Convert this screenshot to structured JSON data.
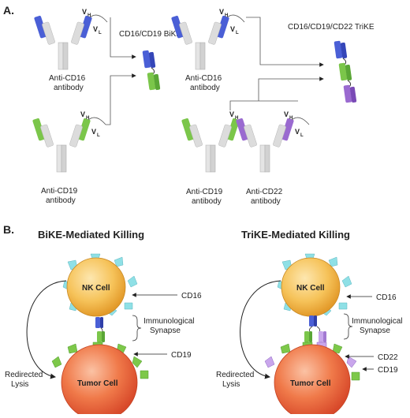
{
  "panel_a": {
    "letter": "A.",
    "bike_label": "CD16/CD19 BiKE",
    "trike_label": "CD16/CD19/CD22 TriKE",
    "vh": "V",
    "vh_sub": "H",
    "vl": "V",
    "vl_sub": "L",
    "antibodies": {
      "cd16_left": [
        "Anti-CD16",
        "antibody"
      ],
      "cd19_left": [
        "Anti-CD19",
        "antibody"
      ],
      "cd16_right": [
        "Anti-CD16",
        "antibody"
      ],
      "cd19_right": [
        "Anti-CD19",
        "antibody"
      ],
      "cd22_right": [
        "Anti-CD22",
        "antibody"
      ]
    }
  },
  "panel_b": {
    "letter": "B.",
    "bike_title": "BiKE-Mediated Killing",
    "trike_title": "TriKE-Mediated Killing",
    "nk_cell": "NK Cell",
    "tumor_cell": "Tumor Cell",
    "cd16": "CD16",
    "cd19": "CD19",
    "cd22": "CD22",
    "synapse": [
      "Immunological",
      "Synapse"
    ],
    "lysis": [
      "Redirected",
      "Lysis"
    ]
  },
  "colors": {
    "cd16_blue": "#4a5fd6",
    "cd19_green": "#7bc64a",
    "cd22_purple": "#9a6ad0",
    "heavy_chain": "#d6d6d6",
    "nk_cell": "#f2b441",
    "tumor_cell": "#ef6a3a",
    "receptor_teal": "#8fe0e6",
    "receptor_green": "#7dc84a"
  }
}
